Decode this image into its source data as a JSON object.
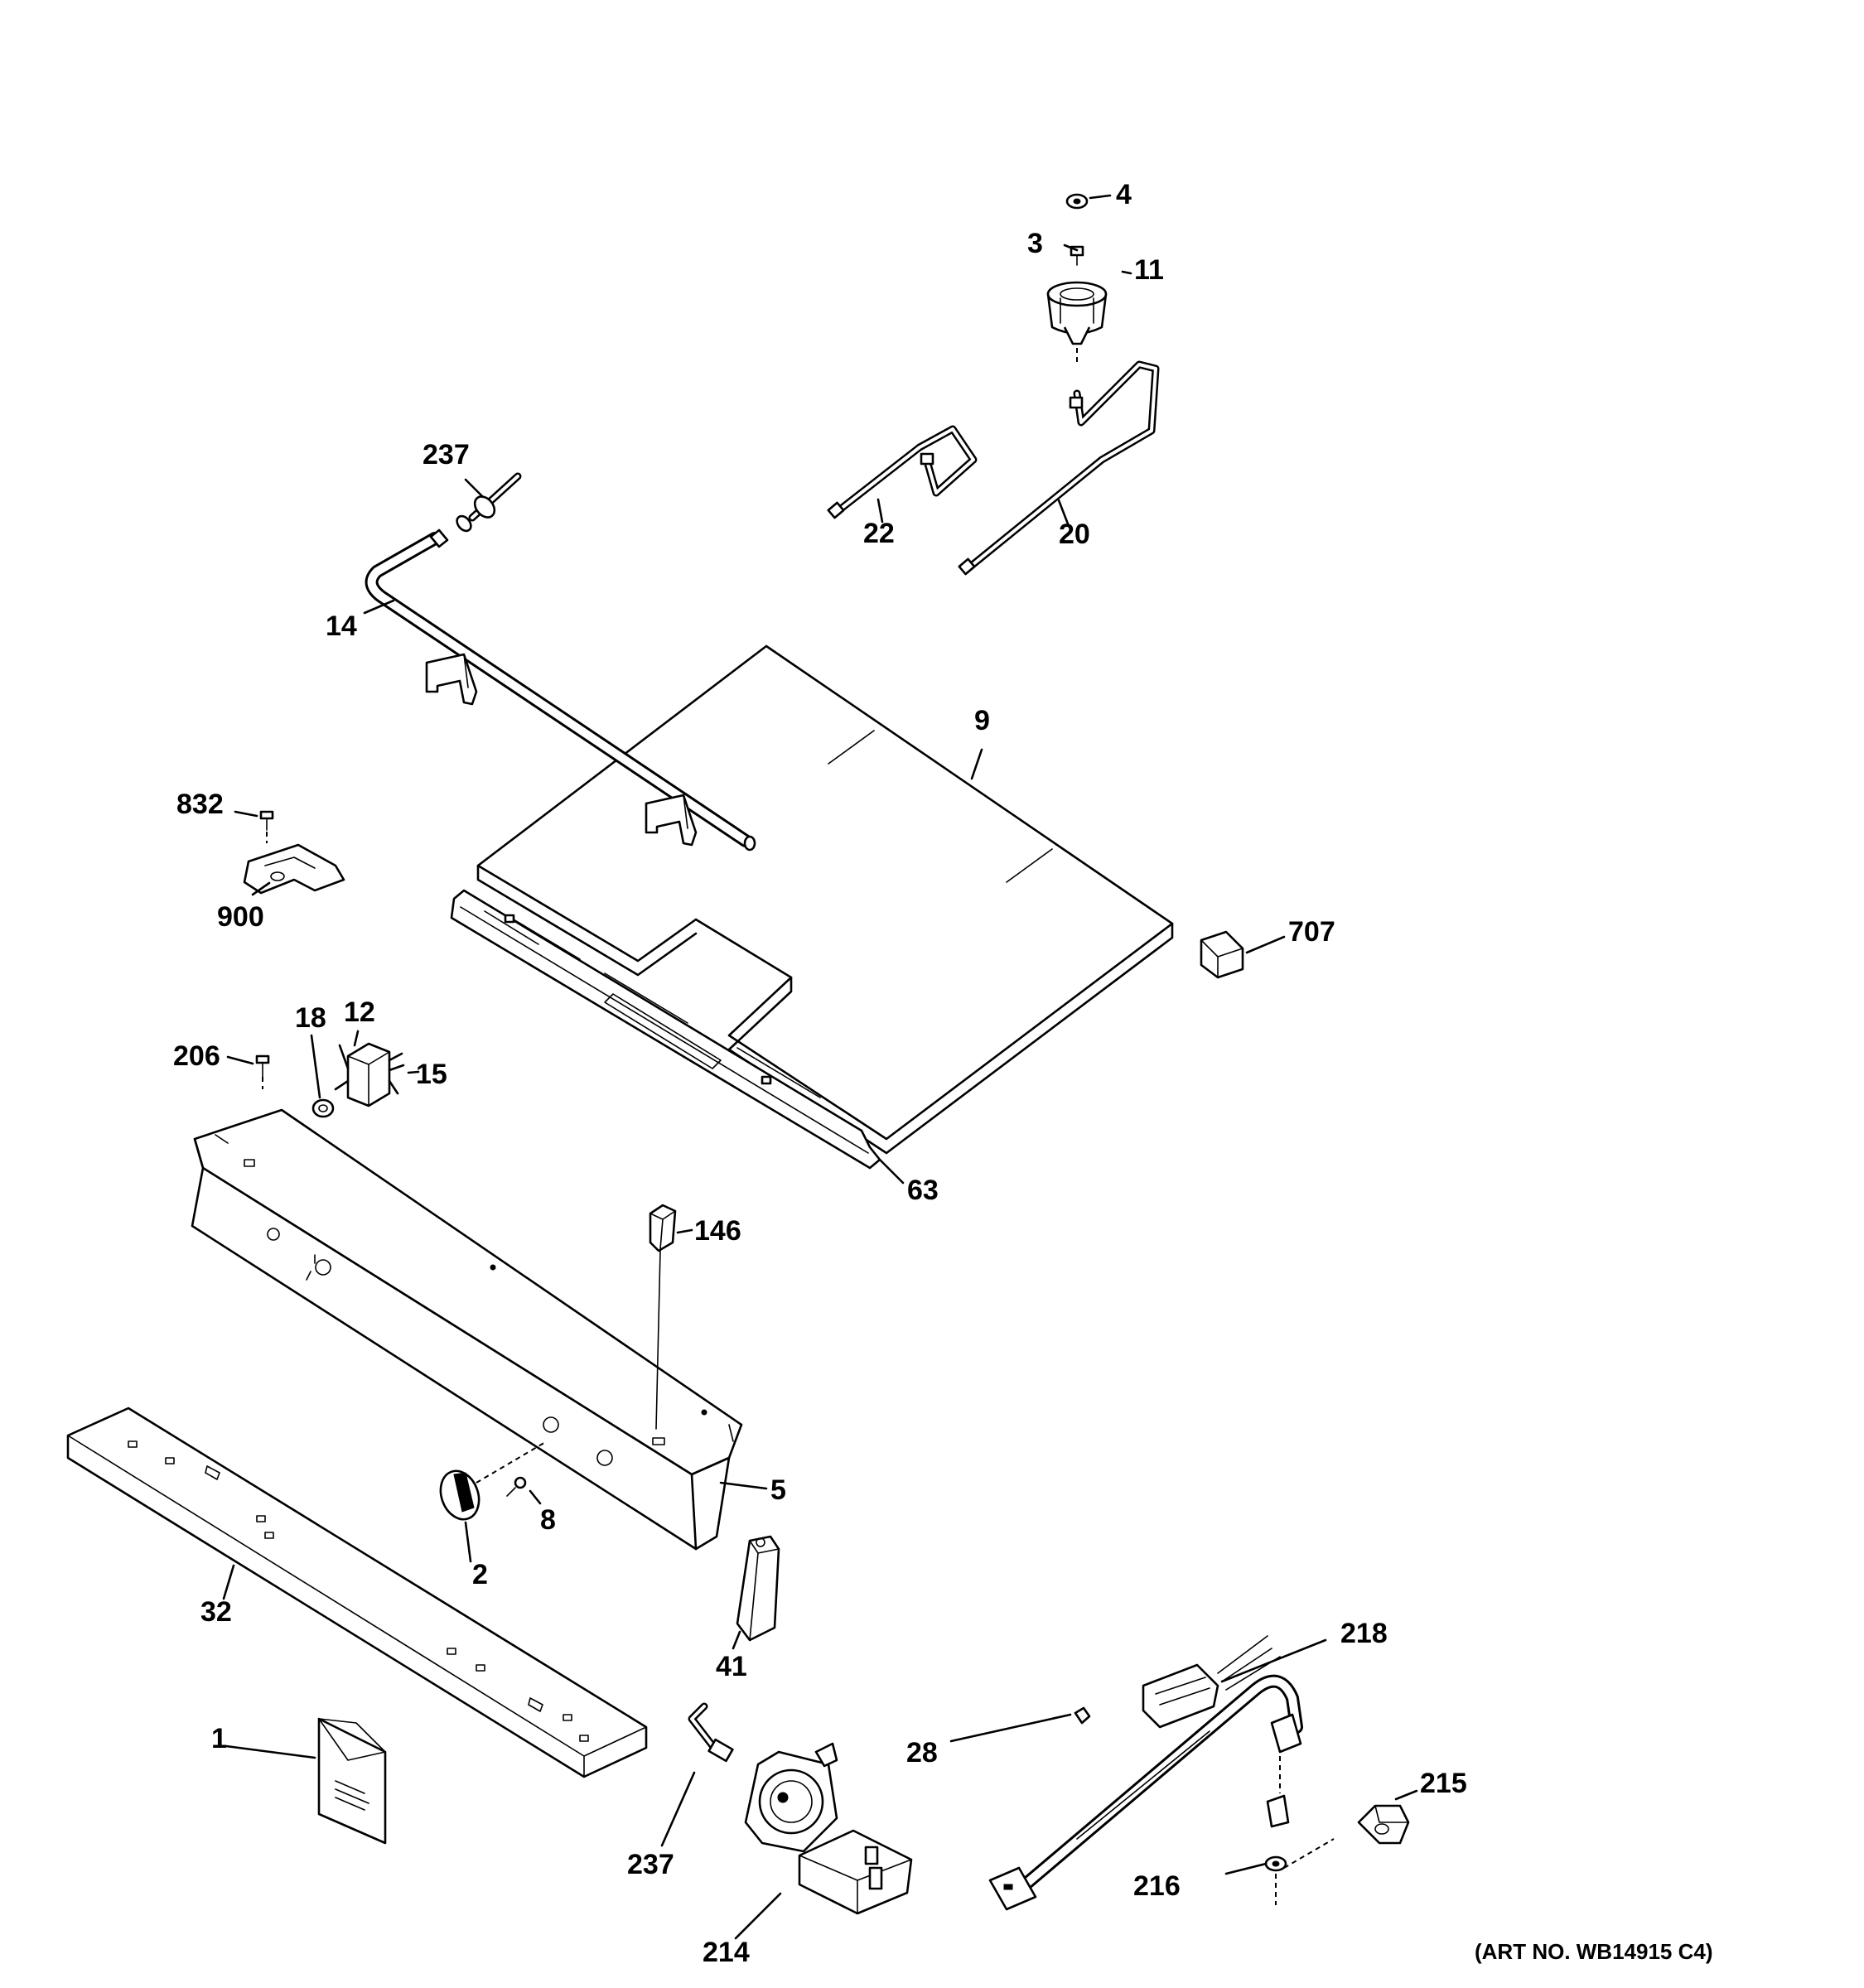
{
  "labels": {
    "p4": "4",
    "p3": "3",
    "p11": "11",
    "p237a": "237",
    "p22": "22",
    "p20": "20",
    "p14": "14",
    "p9": "9",
    "p832": "832",
    "p900": "900",
    "p707": "707",
    "p18": "18",
    "p12": "12",
    "p206": "206",
    "p15": "15",
    "p63": "63",
    "p146": "146",
    "p5": "5",
    "p8": "8",
    "p2": "2",
    "p32": "32",
    "p41": "41",
    "p218": "218",
    "p1": "1",
    "p28": "28",
    "p215": "215",
    "p237b": "237",
    "p216": "216",
    "p214": "214"
  },
  "art_number": "(ART NO. WB14915 C4)"
}
